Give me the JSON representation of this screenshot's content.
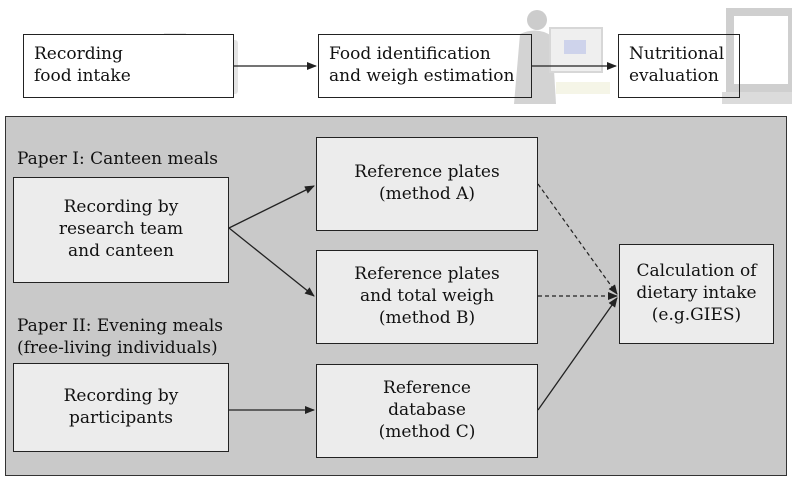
{
  "top_row": {
    "recording": "Recording\nfood intake",
    "identification": "Food identification\nand weigh estimation",
    "evaluation": "Nutritional\nevaluation"
  },
  "panel": {
    "paper1_label": "Paper I: Canteen meals",
    "paper2_label": "Paper II: Evening  meals\n(free-living individuals)",
    "rec_team": "Recording by\nresearch team\nand canteen",
    "rec_participants": "Recording by\nparticipants",
    "method_a": "Reference plates\n(method A)",
    "method_b": "Reference plates\nand total weigh\n(method B)",
    "method_c": "Reference\ndatabase\n(method C)",
    "calculation": "Calculation of\ndietary intake\n(e.g.GIES)"
  },
  "icons": [
    "camera-icon",
    "person-at-computer-icon",
    "monitor-icon"
  ],
  "colors": {
    "panel_bg": "#c9c9c9",
    "inner_box_bg": "#ececec",
    "line": "#222222"
  }
}
